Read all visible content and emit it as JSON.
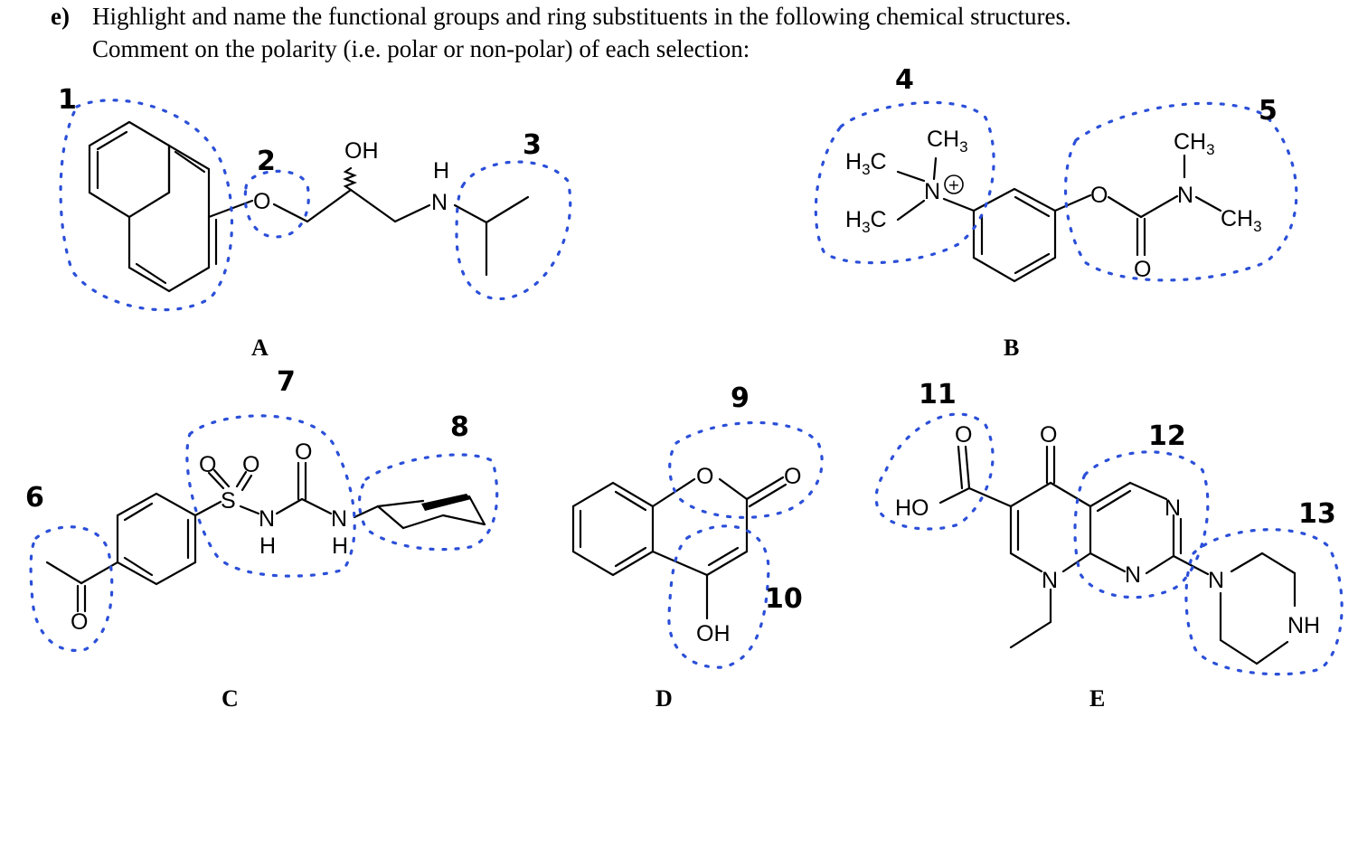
{
  "question": {
    "number": "e)",
    "line1": "Highlight and name the functional groups and ring substituents in the following chemical structures.",
    "line2": "Comment on the polarity (i.e. polar or non-polar) of each selection:"
  },
  "compounds": {
    "A": {
      "label": "A",
      "atoms": {
        "oh": "OH",
        "o": "O",
        "nh_h": "H",
        "nh_n": "N"
      }
    },
    "B": {
      "label": "B",
      "atoms": {
        "ch3_top": "CH",
        "ch3_top_sub": "3",
        "h3c_1": "H",
        "h3c_1_sub": "3",
        "h3c_1_c": "C",
        "h3c_2": "H",
        "h3c_2_sub": "3",
        "h3c_2_c": "C",
        "n_plus": "N",
        "plus": "+",
        "o": "O",
        "n": "N",
        "ch3_a": "CH",
        "ch3_a_sub": "3",
        "ch3_b": "CH",
        "ch3_b_sub": "3",
        "o_carbonyl": "O"
      }
    },
    "C": {
      "label": "C",
      "atoms": {
        "o1": "O",
        "o2": "O",
        "s": "S",
        "n1": "N",
        "h1": "H",
        "o3": "O",
        "n2": "N",
        "h2": "H",
        "o_ketone": "O"
      }
    },
    "D": {
      "label": "D",
      "atoms": {
        "o_ring": "O",
        "o_carbonyl": "O",
        "oh": "OH"
      }
    },
    "E": {
      "label": "E",
      "atoms": {
        "o_acid": "O",
        "ho": "HO",
        "o_ketone": "O",
        "n_top": "N",
        "n_ring": "N",
        "n_mid": "N",
        "n_pip": "N",
        "nh": "NH"
      }
    }
  },
  "annotations": [
    "1",
    "2",
    "3",
    "4",
    "5",
    "6",
    "7",
    "8",
    "9",
    "10",
    "11",
    "12",
    "13"
  ],
  "colors": {
    "highlight": "#2b4fd8"
  }
}
